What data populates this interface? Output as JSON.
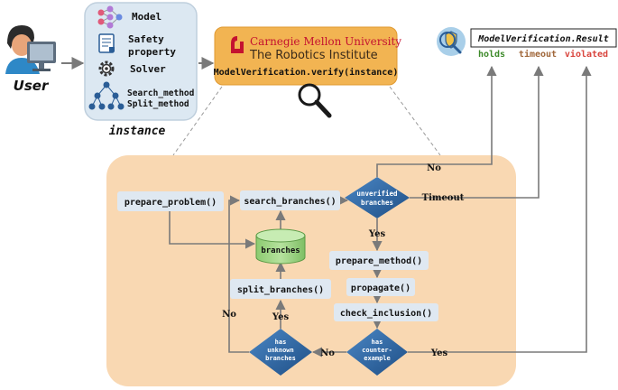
{
  "user": {
    "label": "User"
  },
  "instance": {
    "label": "instance",
    "items": {
      "model": "Model",
      "safety_line1": "Safety",
      "safety_line2": "property",
      "solver": "Solver",
      "search_method": "Search_method",
      "split_method": "Split_method"
    }
  },
  "cmu": {
    "name": "Carnegie Mellon University",
    "institute": "The Robotics Institute",
    "call": "ModelVerification.verify(instance)"
  },
  "result": {
    "title": "ModelVerification.Result",
    "holds": "holds",
    "timeout": "timeout",
    "violated": "violated"
  },
  "flow": {
    "prepare_problem": "prepare_problem()",
    "search_branches": "search_branches()",
    "unverified_line1": "unverified",
    "unverified_line2": "branches",
    "branches": "branches",
    "split_branches": "split_branches()",
    "prepare_method": "prepare_method()",
    "propagate": "propagate()",
    "check_inclusion": "check_inclusion()",
    "counter_line1": "has",
    "counter_line2": "counter-",
    "counter_line3": "example",
    "unknown_line1": "has",
    "unknown_line2": "unknown",
    "unknown_line3": "branches"
  },
  "edges": {
    "no_top": "No",
    "timeout": "Timeout",
    "yes_unverified": "Yes",
    "yes_counter": "Yes",
    "no_counter": "No",
    "yes_unknown": "Yes",
    "no_unknown": "No"
  },
  "colors": {
    "instance_panel": "#dce8f2",
    "cmu_box": "#f2b452",
    "cmu_red": "#c41230",
    "flow_panel": "#f9d8b2",
    "fn_box": "#dfe8f1",
    "diamond": "#2d6aa8",
    "cylinder": "#9fd486",
    "holds": "#3d8a2a",
    "timeout": "#a0673a",
    "violated": "#d9453e"
  }
}
